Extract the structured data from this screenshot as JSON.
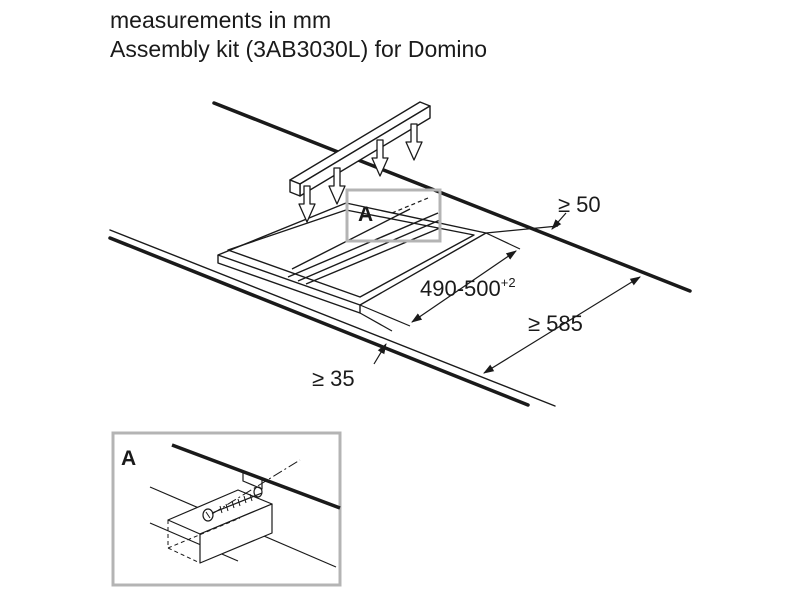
{
  "header": {
    "line1": "measurements in mm",
    "line2": "Assembly kit (3AB3030L) for Domino"
  },
  "labels": {
    "dim_back": "≥ 50",
    "dim_cutout": "490-500",
    "dim_cutout_tolerance": "+2",
    "dim_depth": "≥ 585",
    "dim_front": "≥ 35",
    "callout": "A",
    "detail_label": "A"
  },
  "colors": {
    "line": "#1a1a1a",
    "callout_frame": "#b4b4b4",
    "background": "#ffffff"
  }
}
